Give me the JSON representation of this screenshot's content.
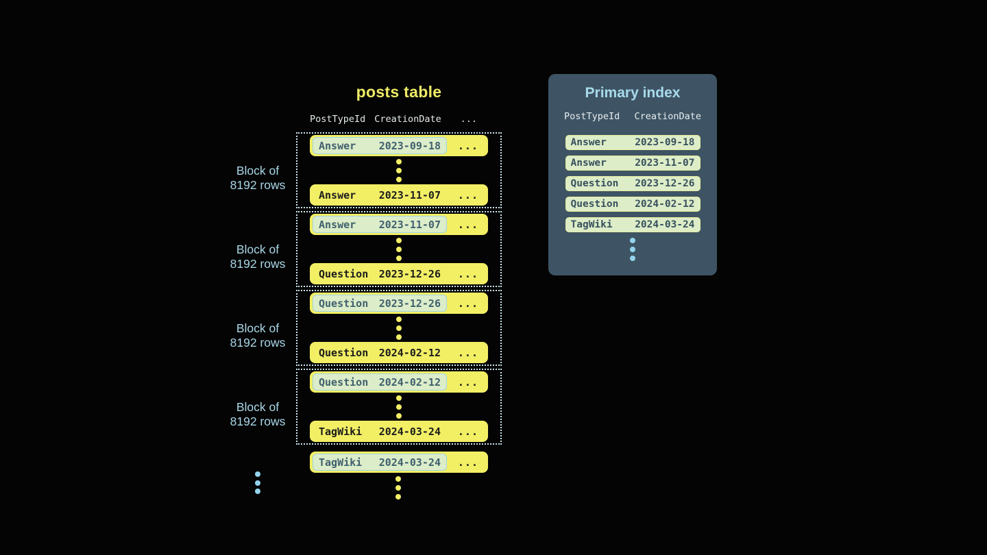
{
  "posts_table": {
    "title": "posts table",
    "columns": [
      "PostTypeId",
      "CreationDate",
      "..."
    ],
    "ellipsis": "...",
    "block_label": {
      "line1": "Block of",
      "line2": "8192 rows"
    },
    "blocks": [
      {
        "first": {
          "type": "Answer",
          "date": "2023-09-18"
        },
        "last": {
          "type": "Answer",
          "date": "2023-11-07"
        }
      },
      {
        "first": {
          "type": "Answer",
          "date": "2023-11-07"
        },
        "last": {
          "type": "Question",
          "date": "2023-12-26"
        }
      },
      {
        "first": {
          "type": "Question",
          "date": "2023-12-26"
        },
        "last": {
          "type": "Question",
          "date": "2024-02-12"
        }
      },
      {
        "first": {
          "type": "Question",
          "date": "2024-02-12"
        },
        "last": {
          "type": "TagWiki",
          "date": "2024-03-24"
        }
      }
    ],
    "overflow_row": {
      "type": "TagWiki",
      "date": "2024-03-24"
    }
  },
  "primary_index": {
    "title": "Primary index",
    "columns": [
      "PostTypeId",
      "CreationDate"
    ],
    "rows": [
      {
        "type": "Answer",
        "date": "2023-09-18"
      },
      {
        "type": "Answer",
        "date": "2023-11-07"
      },
      {
        "type": "Question",
        "date": "2023-12-26"
      },
      {
        "type": "Question",
        "date": "2024-02-12"
      },
      {
        "type": "TagWiki",
        "date": "2024-03-24"
      }
    ]
  },
  "colors": {
    "background": "#040404",
    "row_yellow": "#f2ef65",
    "title_yellow": "#eeeb66",
    "label_blue": "#a9d7e8",
    "dotted_border": "#cfe9f2",
    "highlight_fill": "#dcedca",
    "highlight_border": "#9fd3e6",
    "highlight_text": "#40606e",
    "panel_background": "#3e5464",
    "panel_title_blue": "#a8dbec",
    "index_pill_fill": "#dcedc8",
    "index_pill_border": "#e7ec9d",
    "blue_dot": "#92d4ec"
  }
}
